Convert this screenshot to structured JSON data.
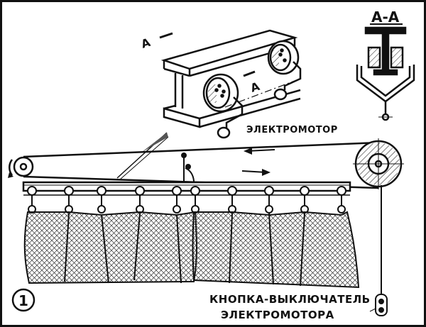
{
  "figure": {
    "number": "1",
    "section_title": "А-А",
    "cut_mark_letter": "А",
    "motor_label": "ЭЛЕКТРОМОТОР",
    "switch_label_line1": "КНОПКА-ВЫКЛЮЧАТЕЛЬ",
    "switch_label_line2": "ЭЛЕКТРОМОТОРА",
    "ink_color": "#111111",
    "paper_color": "#ffffff"
  }
}
